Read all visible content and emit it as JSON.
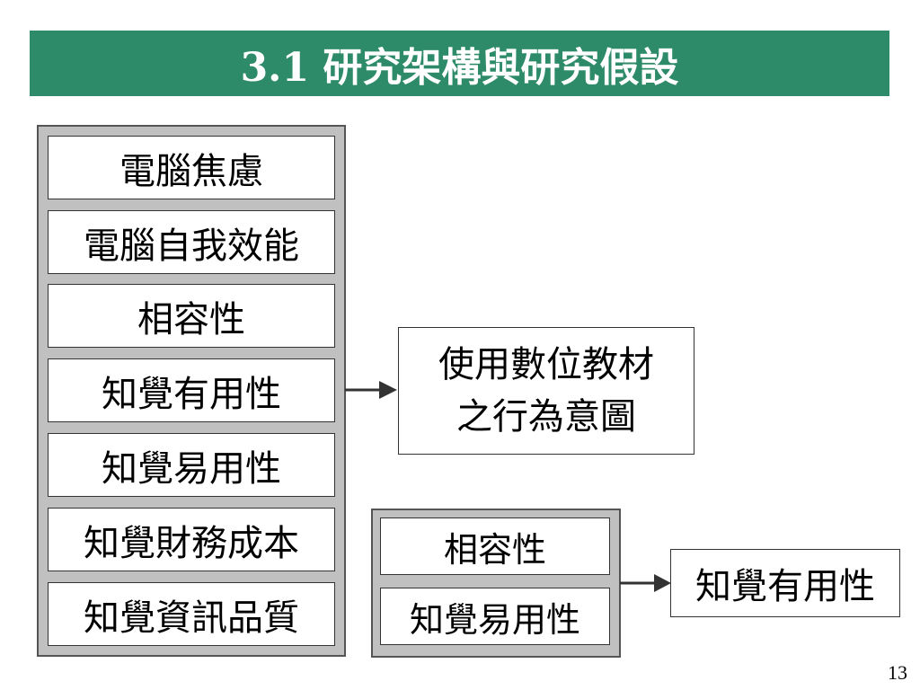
{
  "title": "3.1 研究架構與研究假設",
  "colors": {
    "title_bg": "#2e8b6a",
    "group_bg": "#c0c0c0"
  },
  "left_group": {
    "items": [
      "電腦焦慮",
      "電腦自我效能",
      "相容性",
      "知覺有用性",
      "知覺易用性",
      "知覺財務成本",
      "知覺資訊品質"
    ]
  },
  "outcome": {
    "line1": "使用數位教材",
    "line2": "之行為意圖"
  },
  "small_group": {
    "items": [
      "相容性",
      "知覺易用性"
    ]
  },
  "small_outcome": "知覺有用性",
  "page_number": "13"
}
